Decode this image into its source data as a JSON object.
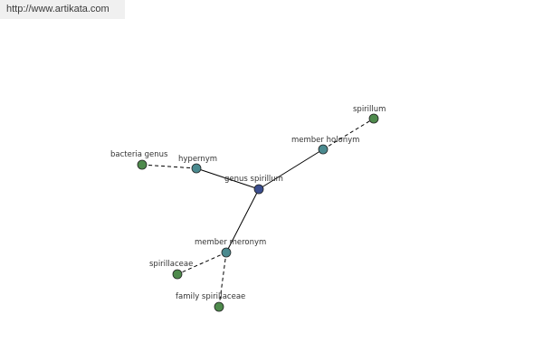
{
  "site_url": "http://www.artikata.com",
  "colors": {
    "center_node": "#3b4e8e",
    "relation_node": "#4a8a8f",
    "leaf_node": "#4e8a4c",
    "edge": "#000000",
    "label": "#333333"
  },
  "diagram": {
    "center": {
      "id": "genus",
      "label": "genus spirillum",
      "type": "center"
    },
    "relations": [
      {
        "id": "hypernym",
        "label": "hypernym",
        "type": "relation",
        "children": [
          {
            "id": "bacteria",
            "label": "bacteria genus",
            "type": "leaf"
          }
        ]
      },
      {
        "id": "holonym",
        "label": "member holonym",
        "type": "relation",
        "children": [
          {
            "id": "spirillum",
            "label": "spirillum",
            "type": "leaf"
          }
        ]
      },
      {
        "id": "meronym",
        "label": "member meronym",
        "type": "relation",
        "children": [
          {
            "id": "spirillaceae",
            "label": "spirillaceae",
            "type": "leaf"
          },
          {
            "id": "family",
            "label": "family spirillaceae",
            "type": "leaf"
          }
        ]
      }
    ]
  }
}
